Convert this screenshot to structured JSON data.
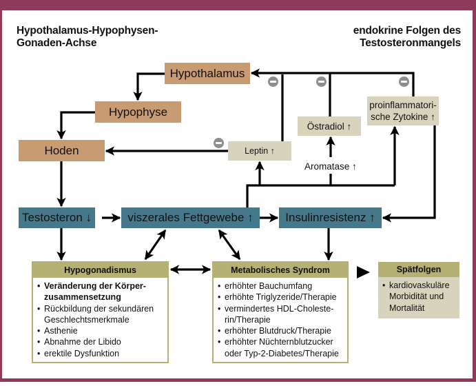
{
  "titles": {
    "left_line1": "Hypothalamus-Hypophysen-",
    "left_line2": "Gonaden-Achse",
    "right_line1": "endokrine Folgen des",
    "right_line2": "Testosteronmangels"
  },
  "axis_nodes": {
    "hypothalamus": "Hypothalamus",
    "hypophyse": "Hypophyse",
    "hoden": "Hoden"
  },
  "mediators": {
    "leptin": "Leptin ↑",
    "oestradiol": "Östradiol ↑",
    "zytokine_line1": "proinflammatori-",
    "zytokine_line2": "sche Zytokine ↑",
    "aromatase": "Aromatase ↑"
  },
  "states": {
    "testosteron": "Testosteron ↓",
    "fettgewebe": "viszerales Fettgewebe ↑",
    "insulinresistenz": "Insulinresistenz ↑"
  },
  "panels": {
    "hypogonadismus": {
      "title": "Hypogonadismus",
      "items": [
        "Veränderung der Körper-zusammensetzung",
        "Rückbildung der sekundären Geschlechtsmerkmale",
        "Asthenie",
        "Abnahme der Libido",
        "erektile Dysfunktion"
      ],
      "items_display": [
        [
          "Veränderung der Körper-",
          "zusammensetzung"
        ],
        [
          "Rückbildung der sekundären",
          "Geschlechtsmerkmale"
        ],
        [
          "Asthenie"
        ],
        [
          "Abnahme der Libido"
        ],
        [
          "erektile Dysfunktion"
        ]
      ]
    },
    "metabolisches_syndrom": {
      "title": "Metabolisches Syndrom",
      "items_display": [
        [
          "erhöhter Bauchumfang"
        ],
        [
          "erhöhte Triglyzeride/Therapie"
        ],
        [
          "vermindertes HDL-Choleste-",
          "rin/Therapie"
        ],
        [
          "erhöhter Blutdruck/Therapie"
        ],
        [
          "erhöhter Nüchternblutzucker",
          "oder Typ-2-Diabetes/Therapie"
        ]
      ]
    },
    "spaetfolgen": {
      "title": "Spätfolgen",
      "items_display": [
        [
          "kardiovaskuläre",
          "Morbidität und",
          "Mortalität"
        ]
      ]
    }
  },
  "icons": {
    "inhibition": "minus-circle-icon",
    "arrow": "arrow-icon"
  },
  "colors": {
    "frame": "#8E3B59",
    "axis_box": "#C99B73",
    "mediator_box": "#D7D3BD",
    "state_box": "#46788B",
    "panel_accent": "#B5B175",
    "inhibition": "#8E8E8E"
  }
}
